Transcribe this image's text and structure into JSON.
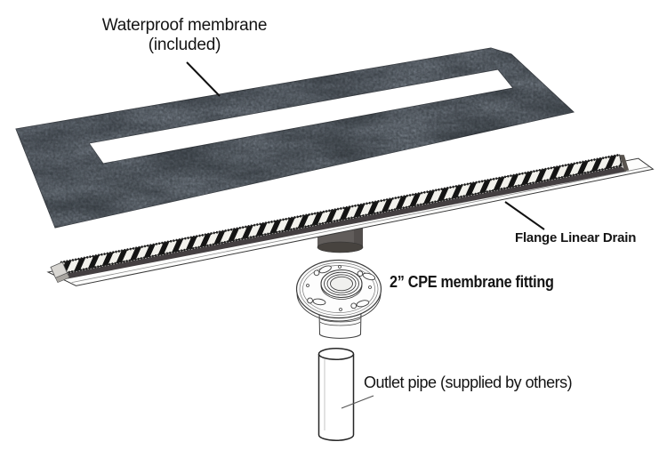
{
  "figure": {
    "type": "product-installation-diagram",
    "background": "#ffffff",
    "labels": {
      "membrane_line1": "Waterproof membrane",
      "membrane_line2": "(included)",
      "drain": "Flange Linear Drain",
      "fitting": "2” CPE membrane fitting",
      "pipe": "Outlet pipe (supplied by others)"
    },
    "parts": [
      {
        "name": "waterproof-membrane",
        "description": "dark textured membrane sheet with rectangular slot cutout"
      },
      {
        "name": "flange-linear-drain",
        "description": "long linear drain channel with striped grate on white flange plate"
      },
      {
        "name": "drain-outlet-spigot",
        "description": "dark round outlet under drain center"
      },
      {
        "name": "cpe-membrane-fitting",
        "description": "round clamping flange fitting with four toggle fasteners and threaded center"
      },
      {
        "name": "outlet-pipe",
        "description": "plain vertical pipe cylinder, supplied by others"
      }
    ],
    "colors": {
      "membrane_base": "#4d545b",
      "membrane_shadow": "#41474d",
      "grate_dark": "#141414",
      "grate_light": "#f2f1ec",
      "channel_body": "#443f41",
      "flange_plate": "#fdfdfc",
      "line_art": "#3a3a3a",
      "spigot": "#615d5b",
      "label_text": "#141414"
    }
  }
}
